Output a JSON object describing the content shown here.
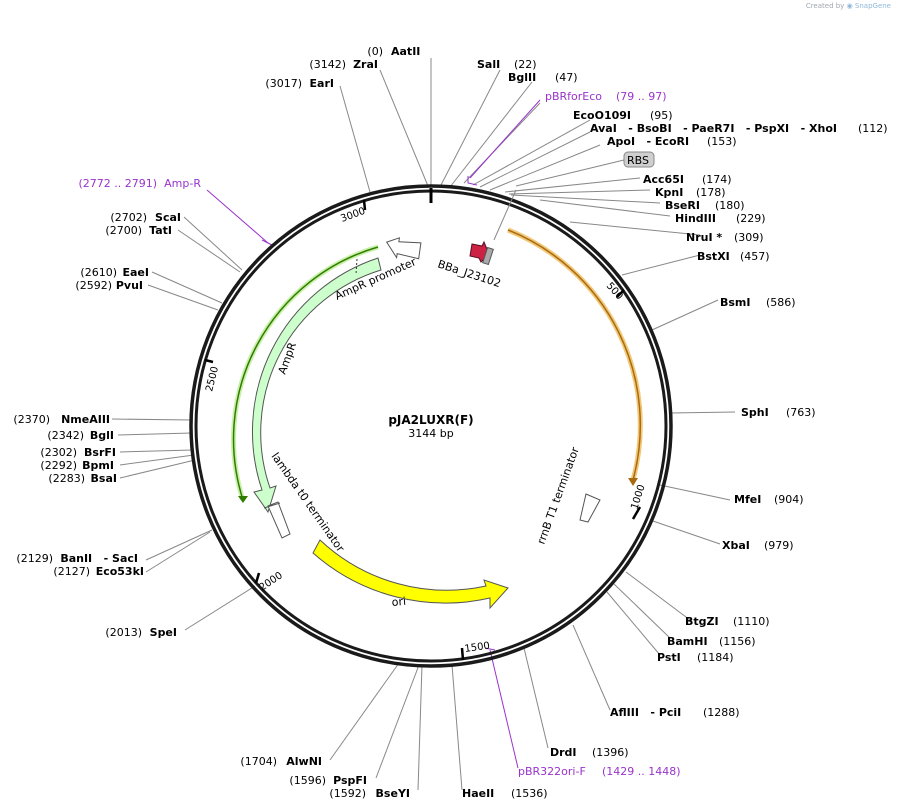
{
  "watermark": {
    "prefix": "Created by",
    "brand": "SnapGene"
  },
  "plasmid": {
    "name": "pJA2LUXR(F)",
    "length_label": "3144 bp",
    "length": 3144
  },
  "ticks": [
    {
      "pos": 500,
      "label": "500"
    },
    {
      "pos": 1000,
      "label": "1000"
    },
    {
      "pos": 1500,
      "label": "1500"
    },
    {
      "pos": 2000,
      "label": "2000"
    },
    {
      "pos": 2500,
      "label": "2500"
    },
    {
      "pos": 3000,
      "label": "3000"
    }
  ],
  "enzymes": [
    {
      "name": "AatII",
      "pos": "(0)"
    },
    {
      "name": "SalI",
      "pos": "(22)"
    },
    {
      "name": "BglII",
      "pos": "(47)"
    },
    {
      "name": "EcoO109I",
      "pos": "(95)"
    },
    {
      "name": "AvaI   - BsoBI   - PaeR7I   - PspXI   - XhoI",
      "pos": "(112)"
    },
    {
      "name": "ApoI   - EcoRI",
      "pos": "(153)"
    },
    {
      "name": "Acc65I",
      "pos": "(174)"
    },
    {
      "name": "KpnI",
      "pos": "(178)"
    },
    {
      "name": "BseRI",
      "pos": "(180)"
    },
    {
      "name": "HindIII",
      "pos": "(229)"
    },
    {
      "name": "NruI *",
      "pos": "(309)"
    },
    {
      "name": "BstXI",
      "pos": "(457)"
    },
    {
      "name": "BsmI",
      "pos": "(586)"
    },
    {
      "name": "SphI",
      "pos": "(763)"
    },
    {
      "name": "MfeI",
      "pos": "(904)"
    },
    {
      "name": "XbaI",
      "pos": "(979)"
    },
    {
      "name": "BtgZI",
      "pos": "(1110)"
    },
    {
      "name": "BamHI",
      "pos": "(1156)"
    },
    {
      "name": "PstI",
      "pos": "(1184)"
    },
    {
      "name": "AflIII   - PciI",
      "pos": "(1288)"
    },
    {
      "name": "DrdI",
      "pos": "(1396)"
    },
    {
      "name": "HaeII",
      "pos": "(1536)"
    },
    {
      "name": "BseYI",
      "pos": "(1592)"
    },
    {
      "name": "PspFI",
      "pos": "(1596)"
    },
    {
      "name": "AlwNI",
      "pos": "(1704)"
    },
    {
      "name": "SpeI",
      "pos": "(2013)"
    },
    {
      "name": "Eco53kI",
      "pos": "(2127)"
    },
    {
      "name": "BanII   - SacI",
      "pos": "(2129)"
    },
    {
      "name": "BsaI",
      "pos": "(2283)"
    },
    {
      "name": "BpmI",
      "pos": "(2292)"
    },
    {
      "name": "BsrFI",
      "pos": "(2302)"
    },
    {
      "name": "BglI",
      "pos": "(2342)"
    },
    {
      "name": "NmeAIII",
      "pos": "(2370)"
    },
    {
      "name": "PvuI",
      "pos": "(2592)"
    },
    {
      "name": "EaeI",
      "pos": "(2610)"
    },
    {
      "name": "TatI",
      "pos": "(2700)"
    },
    {
      "name": "ScaI",
      "pos": "(2702)"
    },
    {
      "name": "EarI",
      "pos": "(3017)"
    },
    {
      "name": "ZraI",
      "pos": "(3142)"
    }
  ],
  "primers": [
    {
      "name": "pBRforEco",
      "range": "(79 .. 97)"
    },
    {
      "name": "Amp-R",
      "range": "(2772 .. 2791)"
    },
    {
      "name": "pBR322ori-F",
      "range": "(1429 .. 1448)"
    }
  ],
  "features": {
    "rbs": "RBS",
    "bba": "BBa_J23102",
    "ampr_promoter": "AmpR promoter",
    "ampr": "AmpR",
    "lambda_term": "lambda t0 terminator",
    "ori": "ori",
    "rrnb_term": "rrnB T1 terminator"
  },
  "colors": {
    "backbone": "#1a1a1a",
    "ampr_fill": "#ccffcc",
    "ampr_highlight": "#2e7d00",
    "ori_fill": "#ffff00",
    "orange_highlight": "#e8a33d",
    "bba_red": "#cc2244",
    "primer": "#9933cc",
    "terminator_fill": "#ffffff"
  }
}
